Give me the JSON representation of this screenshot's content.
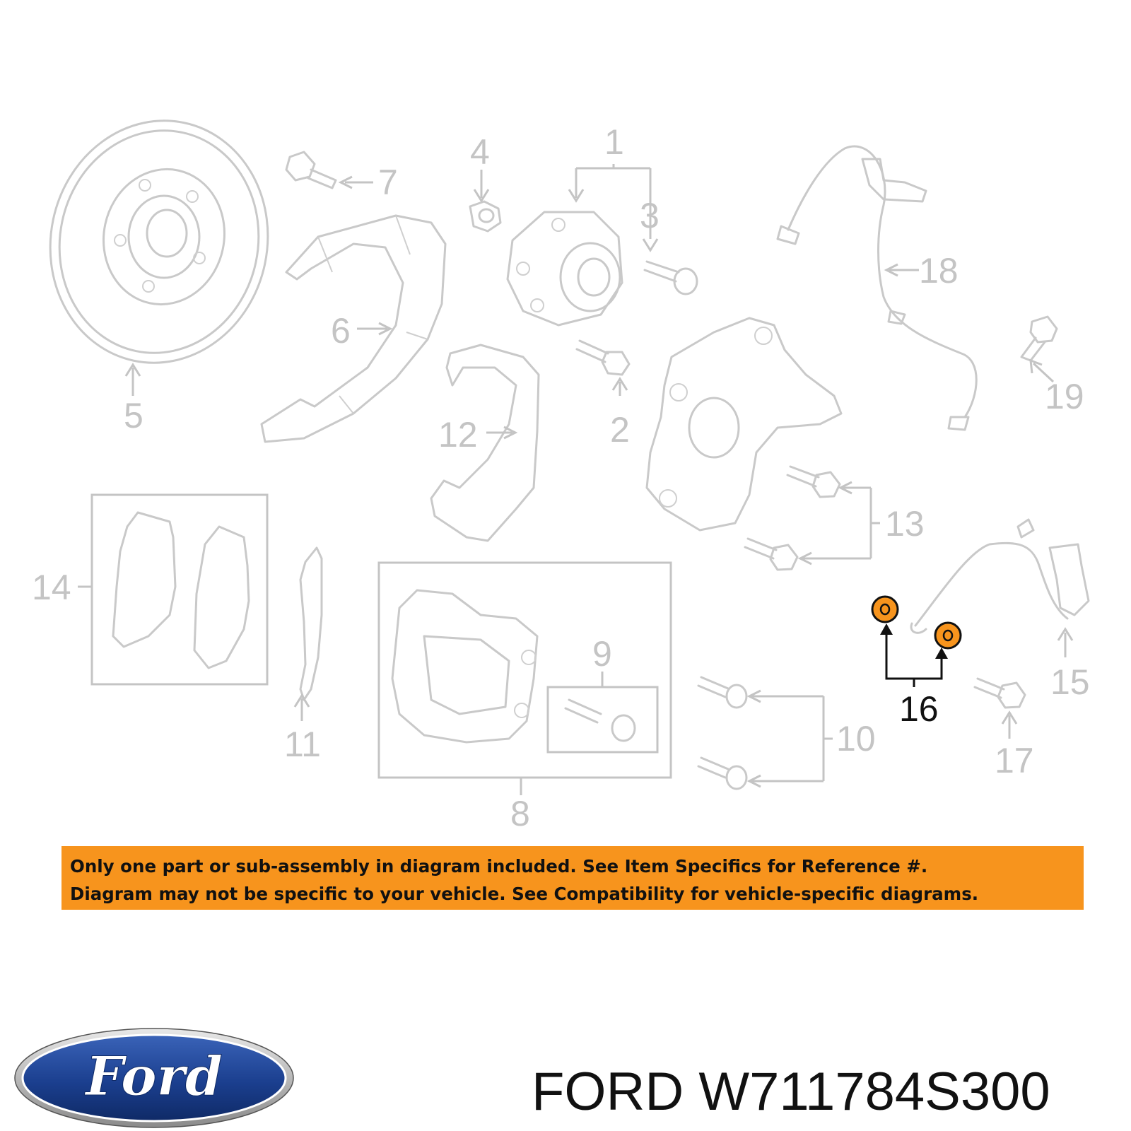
{
  "callouts": [
    "1",
    "2",
    "3",
    "4",
    "5",
    "6",
    "7",
    "8",
    "9",
    "10",
    "11",
    "12",
    "13",
    "14",
    "15",
    "16",
    "17",
    "18",
    "19"
  ],
  "highlighted_callout": "16",
  "notice": {
    "line1": "Only one part or sub-assembly in diagram included. See Item Specifics for Reference #.",
    "line2": "Diagram may not be specific to your vehicle. See Compatibility for vehicle-specific diagrams."
  },
  "part_label": "FORD W711784S300",
  "logo": {
    "text": "Ford"
  },
  "colors": {
    "highlight": "#f7941d",
    "notice_background": "#f7941d",
    "faded_lines": "#c4c4c4",
    "logo_blue": "#1b3f8f"
  }
}
